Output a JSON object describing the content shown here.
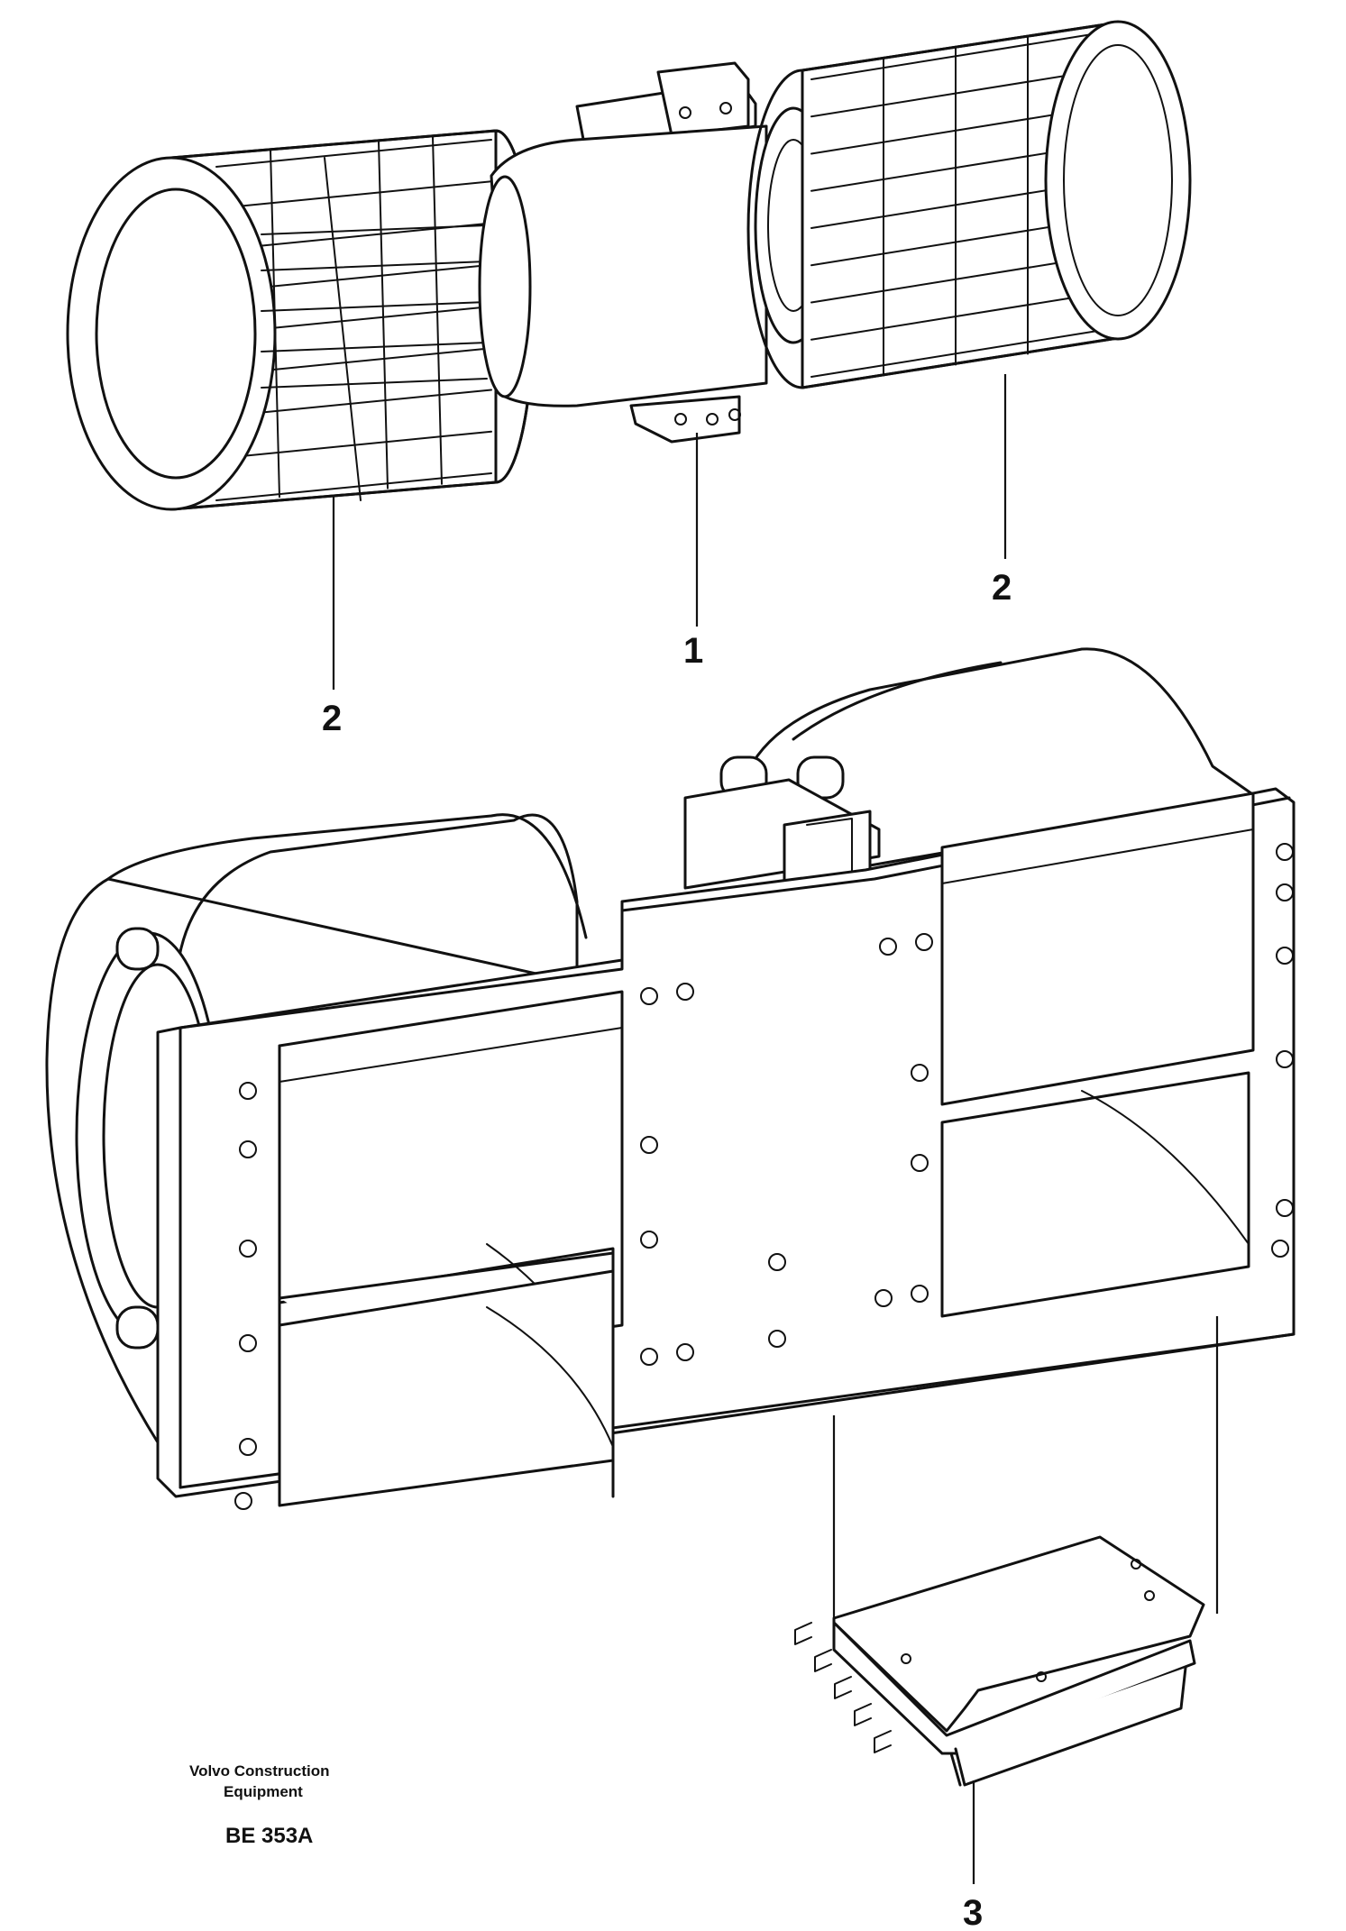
{
  "callouts": {
    "motor": "1",
    "fan_wheel_left": "2",
    "fan_wheel_right": "2",
    "resistor": "3"
  },
  "footer": {
    "maker_line1": "Volvo Construction",
    "maker_line2": "Equipment",
    "figure_code": "BE 353A"
  }
}
